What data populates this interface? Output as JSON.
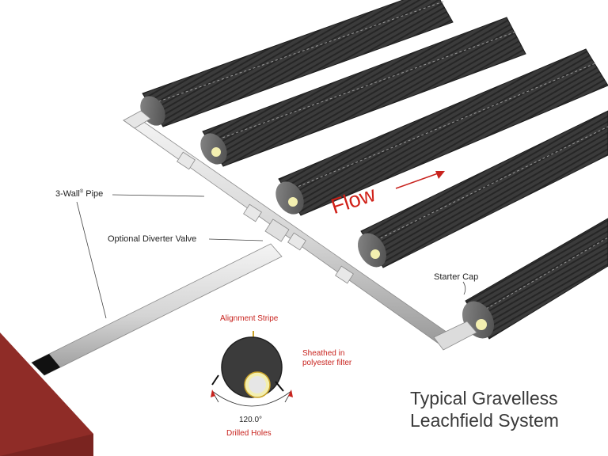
{
  "labels": {
    "pipe_label": "3-Wall",
    "pipe_label_mark": "®",
    "pipe_label_suffix": " Pipe",
    "diverter_valve": "Optional Diverter Valve",
    "starter_cap": "Starter Cap",
    "flow": "Flow"
  },
  "detail": {
    "alignment_stripe": "Alignment Stripe",
    "sheathed_line1": "Sheathed in",
    "sheathed_line2": "polyester filter",
    "angle": "120.0°",
    "drilled_holes": "Drilled Holes"
  },
  "title": {
    "line1": "Typical Gravelless",
    "line2": "Leachfield System"
  },
  "colors": {
    "chamber": "#3a3a3a",
    "chamber_ridge": "#2a2a2a",
    "pipe": "#d9d9d9",
    "box": "#8a2a25",
    "accent_red": "#c8231e"
  }
}
